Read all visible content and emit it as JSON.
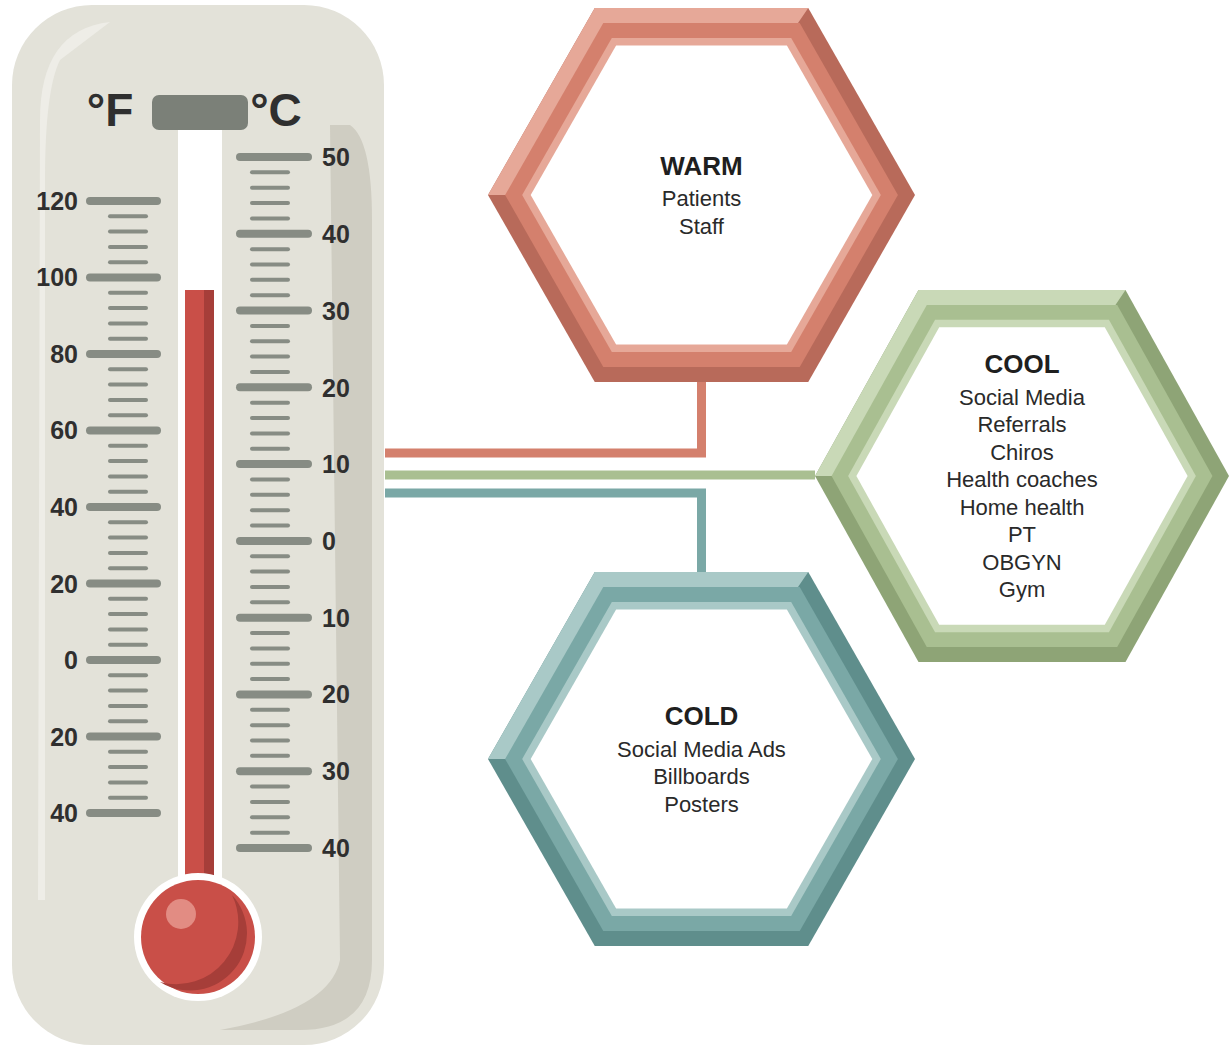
{
  "diagram": {
    "nodes": [
      {
        "text": [
          "°F",
          "°C",
          "120",
          "100",
          "80",
          "60",
          "40",
          "20",
          "0",
          "20",
          "40",
          "50",
          "40",
          "30",
          "20",
          "10",
          "0",
          "10",
          "20",
          "30",
          "40"
        ]
      },
      {
        "text": [
          "WARM",
          "Patients",
          "Staff"
        ]
      },
      {
        "text": [
          "COOL",
          "Social Media",
          "Referrals",
          "Chiros",
          "Health coaches",
          "Home health",
          "PT",
          "OBGYN",
          "Gym"
        ]
      },
      {
        "text": [
          "COLD",
          "Social Media Ads",
          "Billboards",
          "Posters"
        ]
      }
    ],
    "edges": [
      {
        "from": 0,
        "to": 1,
        "arrow": "none"
      },
      {
        "from": 0,
        "to": 2,
        "arrow": "none"
      },
      {
        "from": 0,
        "to": 3,
        "arrow": "none"
      }
    ]
  }
}
